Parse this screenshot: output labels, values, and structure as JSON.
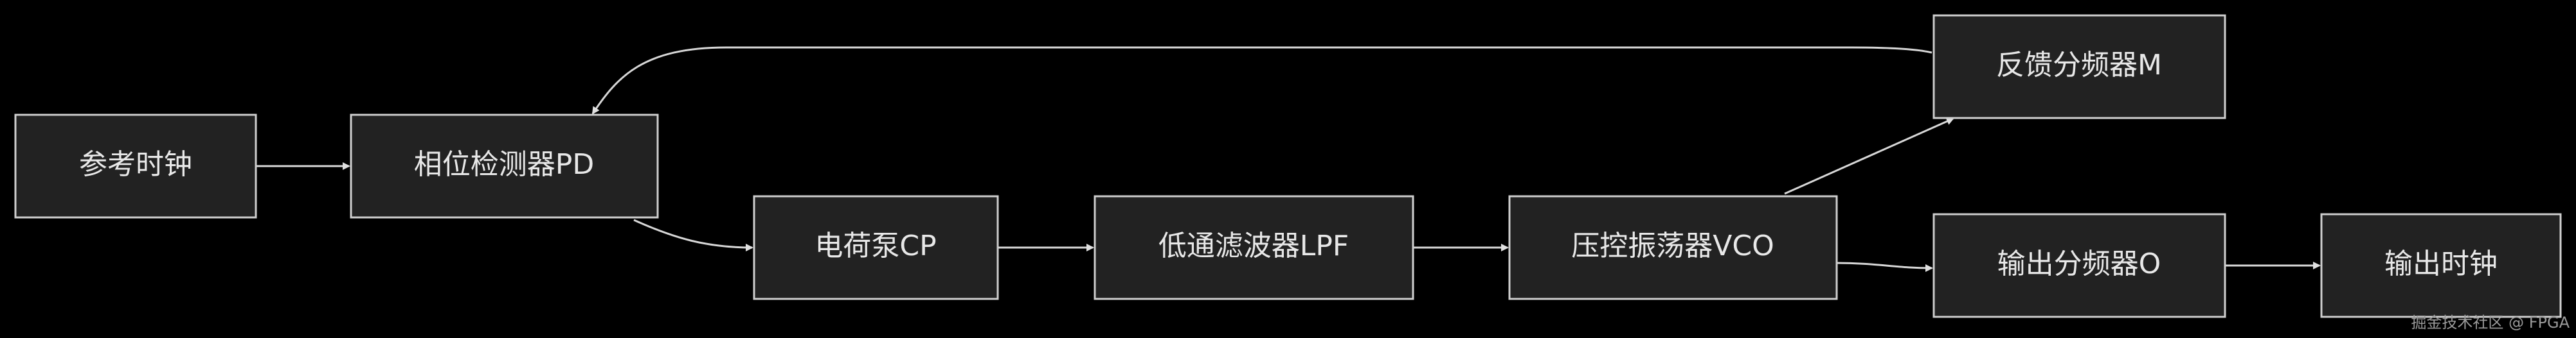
{
  "diagram": {
    "nodes": {
      "ref_clock": "参考时钟",
      "pd": "相位检测器PD",
      "cp": "电荷泵CP",
      "lpf": "低通滤波器LPF",
      "vco": "压控振荡器VCO",
      "fb_div": "反馈分频器M",
      "out_div": "输出分频器O",
      "out_clock": "输出时钟"
    },
    "edges": [
      {
        "from": "ref_clock",
        "to": "pd"
      },
      {
        "from": "pd",
        "to": "cp"
      },
      {
        "from": "cp",
        "to": "lpf"
      },
      {
        "from": "lpf",
        "to": "vco"
      },
      {
        "from": "vco",
        "to": "fb_div"
      },
      {
        "from": "fb_div",
        "to": "pd"
      },
      {
        "from": "vco",
        "to": "out_div"
      },
      {
        "from": "out_div",
        "to": "out_clock"
      }
    ]
  },
  "watermark": "掘金技术社区 @ FPGA",
  "colors": {
    "background": "#000000",
    "node_fill": "#222222",
    "node_stroke": "#cfcfcf",
    "text": "#e8e8e8",
    "edge": "#d7d7d7"
  }
}
